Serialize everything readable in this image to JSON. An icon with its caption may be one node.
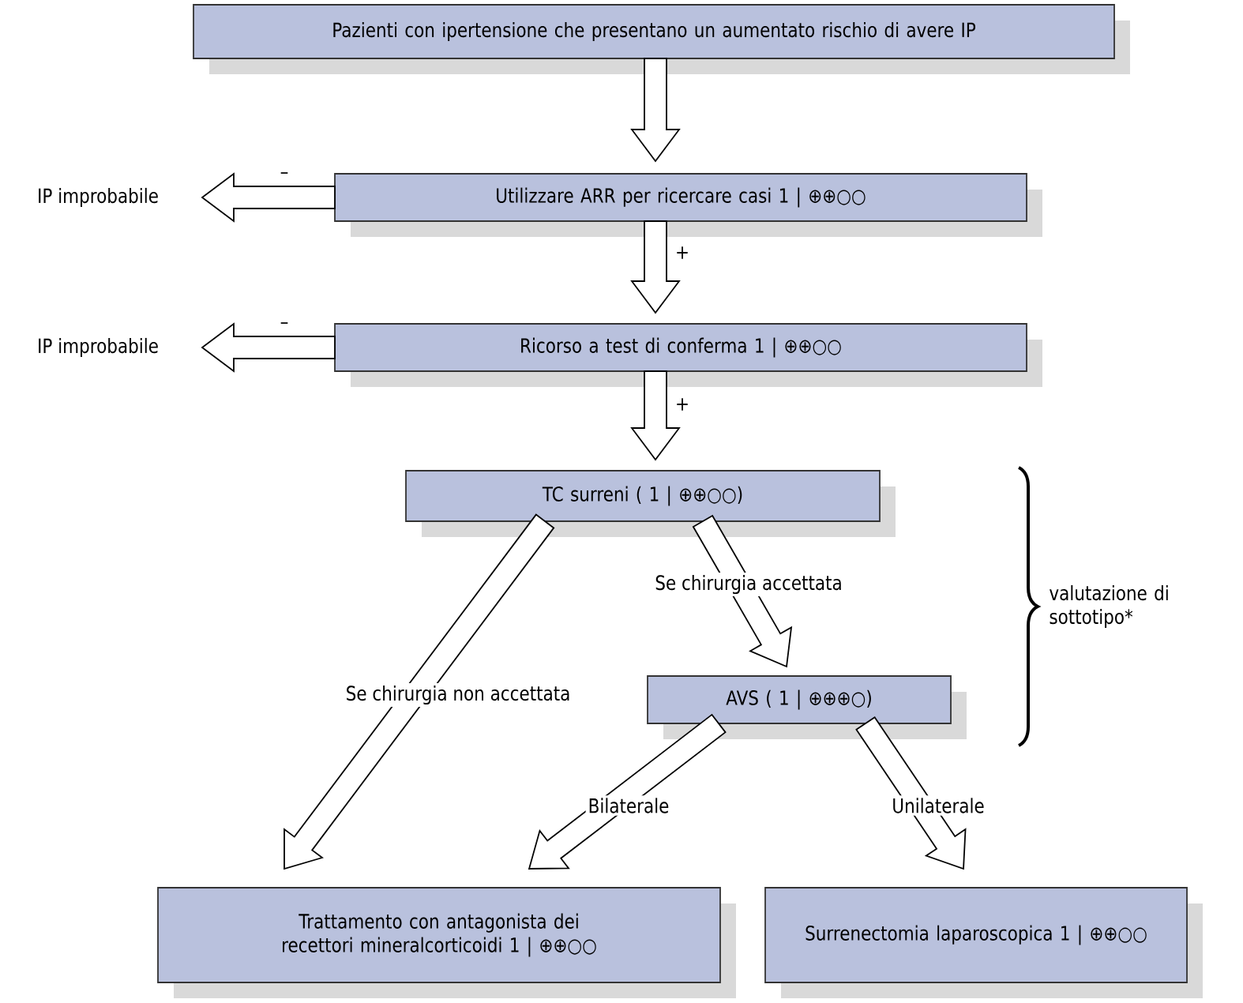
{
  "diagram": {
    "nodes": [
      {
        "text": [
          "Pazienti con ipertensione che presentano un aumentato rischio di avere IP"
        ]
      },
      {
        "text": [
          "Utilizzare ARR per ricercare casi 1 | ⊕⊕○○"
        ]
      },
      {
        "text": [
          "IP improbabile"
        ]
      },
      {
        "text": [
          "Ricorso a test di conferma 1 | ⊕⊕○○"
        ]
      },
      {
        "text": [
          "IP improbabile"
        ]
      },
      {
        "text": [
          "TC surreni ( 1 | ⊕⊕○○)"
        ]
      },
      {
        "text": [
          "AVS ( 1 | ⊕⊕⊕○)"
        ]
      },
      {
        "text": [
          "Trattamento con antagonista dei recettori mineralcorticoidi 1 | ⊕⊕○○"
        ]
      },
      {
        "text": [
          "Surrenectomia laparoscopica 1 | ⊕⊕○○"
        ]
      }
    ],
    "edges": [
      {
        "from": 0,
        "to": 1,
        "arrow": "to"
      },
      {
        "from": 1,
        "to": 2,
        "arrow": "to",
        "label": "–"
      },
      {
        "from": 1,
        "to": 3,
        "arrow": "to",
        "label": "+"
      },
      {
        "from": 3,
        "to": 4,
        "arrow": "to",
        "label": "–"
      },
      {
        "from": 3,
        "to": 5,
        "arrow": "to",
        "label": "+"
      },
      {
        "from": 5,
        "to": 7,
        "arrow": "to",
        "label": "Se chirurgia non accettata"
      },
      {
        "from": 5,
        "to": 6,
        "arrow": "to",
        "label": "Se chirurgia accettata"
      },
      {
        "from": 6,
        "to": 7,
        "arrow": "to",
        "label": "Bilaterale"
      },
      {
        "from": 6,
        "to": 8,
        "arrow": "to",
        "label": "Unilaterale"
      }
    ],
    "labels": [
      "valutazione di sottotipo*"
    ]
  }
}
